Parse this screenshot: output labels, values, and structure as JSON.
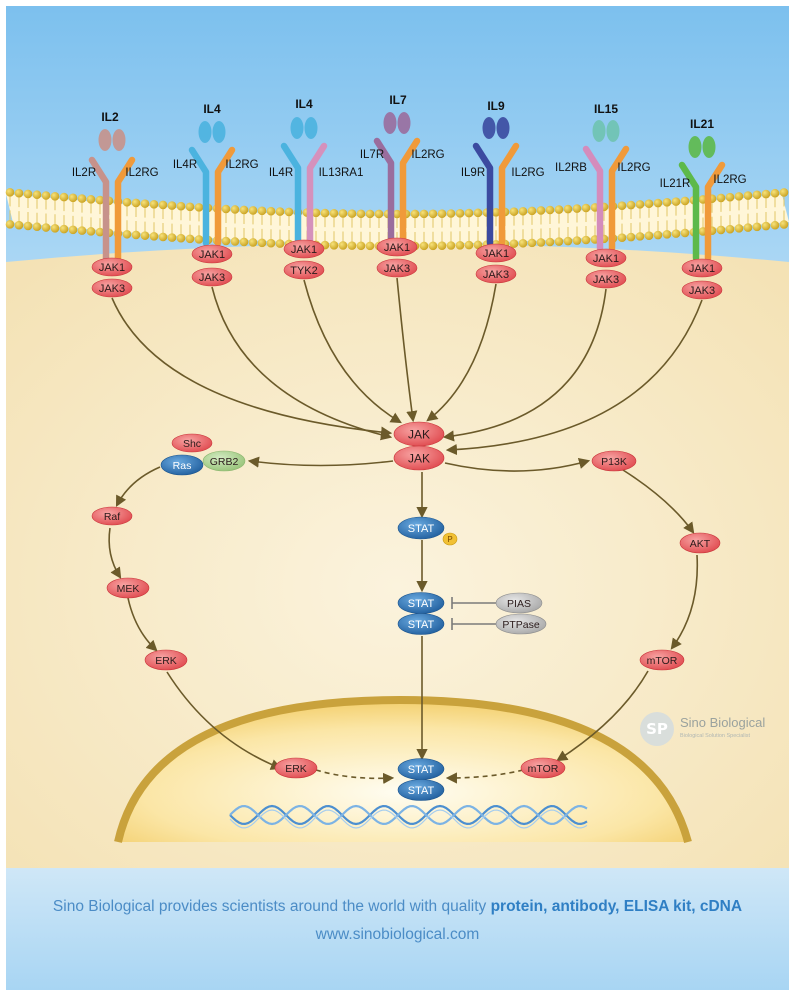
{
  "receptors": [
    {
      "cytokine": "IL2",
      "chain_a": "IL2R",
      "chain_b": "IL2RG",
      "jak_a": "JAK1",
      "jak_b": "JAK3"
    },
    {
      "cytokine": "IL4",
      "chain_a": "IL4R",
      "chain_b": "IL2RG",
      "jak_a": "JAK1",
      "jak_b": "JAK3"
    },
    {
      "cytokine": "IL4",
      "chain_a": "IL4R",
      "chain_b": "IL13RA1",
      "jak_a": "JAK1",
      "jak_b": "TYK2"
    },
    {
      "cytokine": "IL7",
      "chain_a": "IL7R",
      "chain_b": "IL2RG",
      "jak_a": "JAK1",
      "jak_b": "JAK3"
    },
    {
      "cytokine": "IL9",
      "chain_a": "IL9R",
      "chain_b": "IL2RG",
      "jak_a": "JAK1",
      "jak_b": "JAK3"
    },
    {
      "cytokine": "IL15",
      "chain_a": "IL2RB",
      "chain_b": "IL2RG",
      "jak_a": "JAK1",
      "jak_b": "JAK3"
    },
    {
      "cytokine": "IL21",
      "chain_a": "IL21R",
      "chain_b": "IL2RG",
      "jak_a": "JAK1",
      "jak_b": "JAK3"
    }
  ],
  "nodes": {
    "jak_top": "JAK",
    "jak_bottom": "JAK",
    "shc": "Shc",
    "ras": "Ras",
    "grb2": "GRB2",
    "raf": "Raf",
    "mek": "MEK",
    "erk": "ERK",
    "erk_nuclear": "ERK",
    "p13k": "P13K",
    "akt": "AKT",
    "mtor": "mTOR",
    "mtor_nuclear": "mTOR",
    "stat_p": "STAT",
    "phospho": "P",
    "stat_dimer_top": "STAT",
    "stat_dimer_bottom": "STAT",
    "pias": "PIAS",
    "ptpase": "PTPase",
    "stat_nuclear_top": "STAT",
    "stat_nuclear_bottom": "STAT"
  },
  "colors": {
    "jak_red": "#e8565a",
    "stat_blue": "#2f76b8",
    "inhibitor_gray": "#b8b8b8",
    "grb2_green": "#a9cf8f",
    "arrow_brown": "#6b5a2a",
    "membrane_gold": "#d8b83a",
    "cytoplasm": "#f6e7c2",
    "nucleus_border": "#c9a23c",
    "dna_blue": "#4c8fd0",
    "receptor_colors": {
      "IL2": [
        "#c7928b",
        "#f09a3a"
      ],
      "IL4a": [
        "#4bb3df",
        "#f09a3a"
      ],
      "IL4b": [
        "#4bb3df",
        "#d591bc"
      ],
      "IL7": [
        "#9a6d9d",
        "#f09a3a"
      ],
      "IL9": [
        "#3b4aa0",
        "#f09a3a"
      ],
      "IL15": [
        "#d48cbc",
        "#f09a3a"
      ],
      "IL21": [
        "#5db94a",
        "#f09a3a"
      ]
    }
  },
  "logo": {
    "mark": "SP",
    "name": "Sino Biological",
    "tagline": "Biological Solution Specialist"
  },
  "footer": {
    "text_prefix": "Sino Biological provides scientists around the world with quality ",
    "text_bold": "protein, antibody, ELISA kit, cDNA",
    "url": "www.sinobiological.com"
  }
}
